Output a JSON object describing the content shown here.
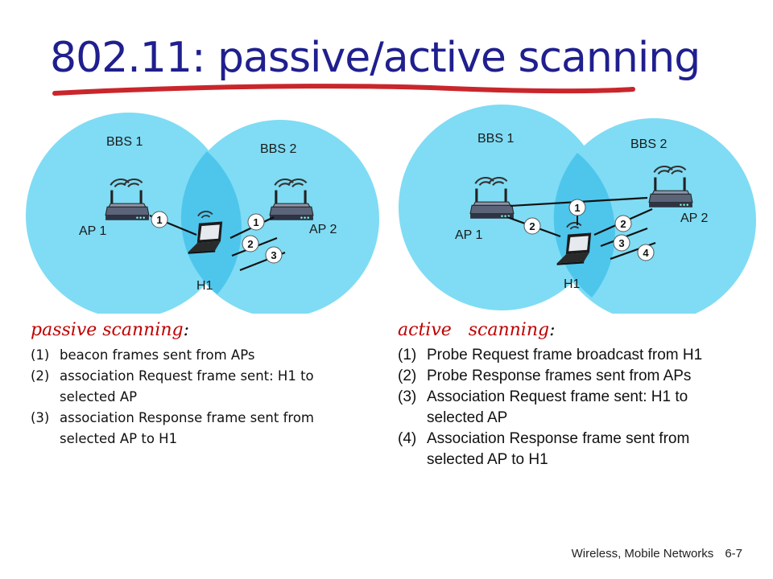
{
  "title": "802.11: passive/active scanning",
  "colors": {
    "title": "#1f1f8f",
    "underline": "#c9262c",
    "bss_fill": "#7fdcf4",
    "bss_overlap": "#4ec6ec",
    "badge": "#ffffff",
    "passive_heading": "#c00000",
    "active_heading": "#c00000"
  },
  "passive_diagram": {
    "bss1_label": "BBS 1",
    "bss2_label": "BBS 2",
    "ap1_label": "AP 1",
    "ap2_label": "AP 2",
    "host_label": "H1",
    "steps": [
      "1",
      "1",
      "2",
      "3"
    ]
  },
  "active_diagram": {
    "bss1_label": "BBS 1",
    "bss2_label": "BBS 2",
    "ap1_label": "AP 1",
    "ap2_label": "AP 2",
    "host_label": "H1",
    "steps": [
      "1",
      "2",
      "2",
      "3",
      "4"
    ]
  },
  "passive": {
    "heading": "passive scanning",
    "heading_colon": ":",
    "items": [
      {
        "num": "(1)",
        "text": "beacon frames sent from APs"
      },
      {
        "num": "(2)",
        "text": "association Request frame sent: H1 to selected AP"
      },
      {
        "num": "(3)",
        "text": "association Response frame sent from selected AP to H1"
      }
    ]
  },
  "active": {
    "heading": "active   scanning",
    "heading_colon": ":",
    "items": [
      {
        "num": "(1)",
        "text": "Probe Request frame broadcast from H1"
      },
      {
        "num": "(2)",
        "text": "Probe Response frames sent from APs"
      },
      {
        "num": "(3)",
        "text": "Association Request frame sent: H1 to selected AP"
      },
      {
        "num": "(4)",
        "text": "Association Response frame sent from selected AP to H1"
      }
    ]
  },
  "footer": {
    "course": "Wireless, Mobile Networks",
    "page": "6-7"
  }
}
